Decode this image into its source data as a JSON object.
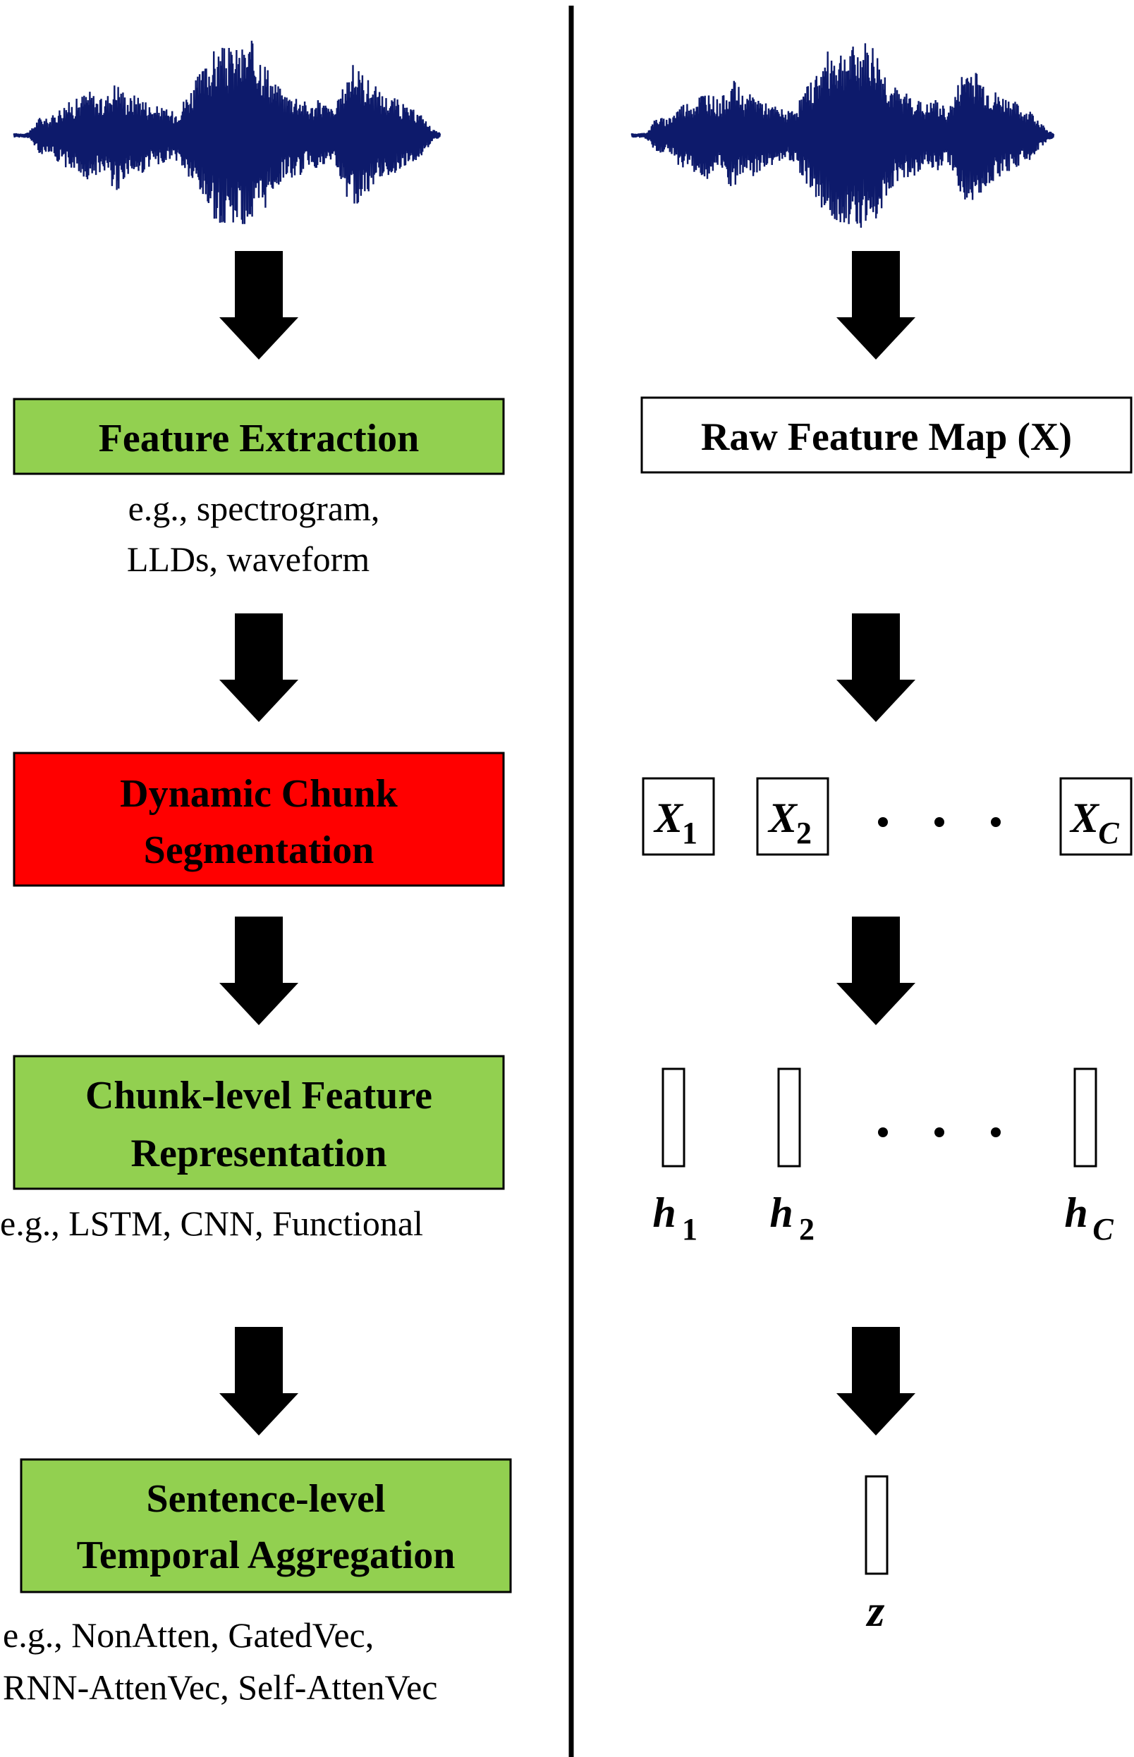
{
  "left": {
    "steps": [
      {
        "lines": [
          "Feature Extraction"
        ],
        "color": "#92d050"
      },
      {
        "lines": [
          "Dynamic Chunk",
          "Segmentation"
        ],
        "color": "#ff0000"
      },
      {
        "lines": [
          "Chunk-level Feature",
          "Representation"
        ],
        "color": "#92d050"
      },
      {
        "lines": [
          "Sentence-level",
          "Temporal Aggregation"
        ],
        "color": "#92d050"
      }
    ],
    "notes": [
      [
        "e.g., spectrogram,",
        "LLDs, waveform"
      ],
      [
        "e.g., LSTM, CNN, Functional"
      ],
      [
        "e.g., NonAtten, GatedVec,",
        "RNN-AttenVec, Self-AttenVec"
      ]
    ]
  },
  "right": {
    "raw_feature_map": "Raw Feature Map (X)",
    "chunks": [
      {
        "base": "X",
        "sub": "1"
      },
      {
        "base": "X",
        "sub": "2"
      },
      {
        "base": "X",
        "sub": "C"
      }
    ],
    "hidden": [
      {
        "base": "h",
        "sub": "1"
      },
      {
        "base": "h",
        "sub": "2"
      },
      {
        "base": "h",
        "sub": "C"
      }
    ],
    "output": "z"
  },
  "colors": {
    "waveform": "#0d1a6b",
    "arrow": "#000000",
    "box_border": "#000000",
    "white_box": "#ffffff"
  }
}
